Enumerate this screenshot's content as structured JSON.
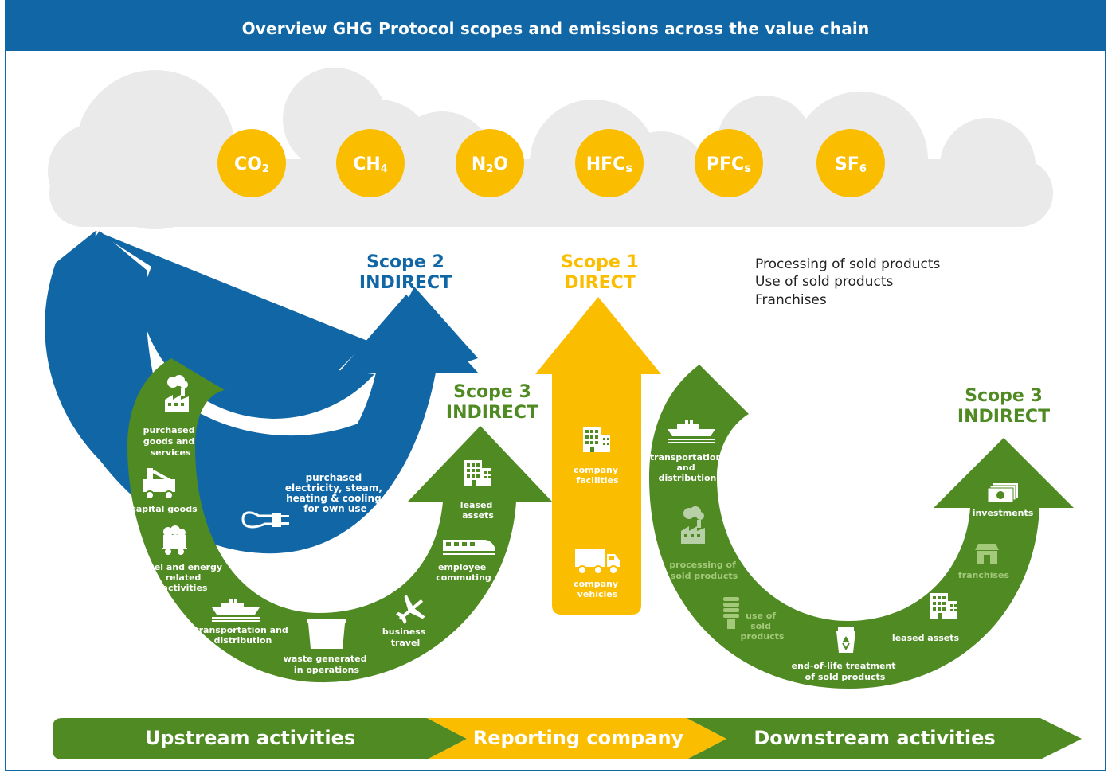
{
  "title": "Overview GHG Protocol scopes and emissions across the value chain",
  "gases": [
    {
      "base": "CO",
      "sub": "2"
    },
    {
      "base": "CH",
      "sub": "4"
    },
    {
      "base": "N",
      "sub": "2",
      "tail": "O"
    },
    {
      "base": "HFC",
      "sub": "s"
    },
    {
      "base": "PFC",
      "sub": "s"
    },
    {
      "base": "SF",
      "sub": "6"
    }
  ],
  "scope2": {
    "line1": "Scope 2",
    "line2": "INDIRECT"
  },
  "scope1": {
    "line1": "Scope 1",
    "line2": "DIRECT"
  },
  "scope3_up": {
    "line1": "Scope 3",
    "line2": "INDIRECT"
  },
  "scope3_down": {
    "line1": "Scope 3",
    "line2": "INDIRECT"
  },
  "notes": [
    "Processing of sold products",
    "Use of sold products",
    "Franchises"
  ],
  "scope2_item": [
    "purchased",
    "electricity, steam,",
    "heating & cooling",
    "for own use"
  ],
  "scope1_items": {
    "facilities": [
      "company",
      "facilities"
    ],
    "vehicles": [
      "company",
      "vehicles"
    ]
  },
  "upstream_items": {
    "purchased_goods": [
      "purchased",
      "goods and",
      "services"
    ],
    "capital_goods": [
      "capital goods"
    ],
    "fuel_energy": [
      "fuel and energy",
      "related",
      "activities"
    ],
    "transport": [
      "transportation and",
      "distribution"
    ],
    "waste": [
      "waste generated",
      "in operations"
    ],
    "business_travel": [
      "business",
      "travel"
    ],
    "commuting": [
      "employee",
      "commuting"
    ],
    "leased_assets": [
      "leased",
      "assets"
    ]
  },
  "downstream_items": {
    "transport": [
      "transportation",
      "and",
      "distribution"
    ],
    "processing": [
      "processing of",
      "sold products"
    ],
    "use": [
      "use of",
      "sold",
      "products"
    ],
    "end_of_life": [
      "end-of-life treatment",
      "of sold products"
    ],
    "leased_assets": [
      "leased assets"
    ],
    "franchises": [
      "franchises"
    ],
    "investments": [
      "investments"
    ]
  },
  "band": {
    "upstream": "Upstream activities",
    "reporting": "Reporting company",
    "downstream": "Downstream activities"
  },
  "colors": {
    "blue": "#1167a6",
    "yellow": "#fbbd00",
    "green": "#4f8a23",
    "cloud": "#eaeaea",
    "light_green": "#a4c97a"
  },
  "icons": [
    "factory-icon",
    "truck-crane-icon",
    "coal-cart-icon",
    "ship-icon",
    "dumpster-icon",
    "airplane-icon",
    "train-icon",
    "building-icon",
    "plug-icon",
    "lorry-icon",
    "bulb-icon",
    "recycle-bin-icon",
    "shop-icon",
    "money-icon"
  ]
}
